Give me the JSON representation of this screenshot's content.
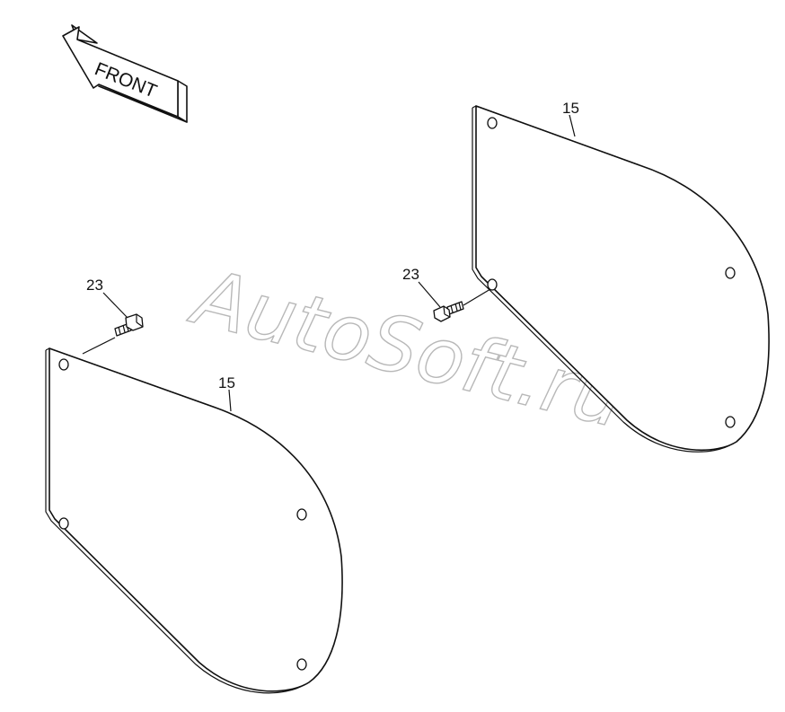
{
  "direction_arrow": {
    "label": "FRONT",
    "icon": "arrow-left-icon"
  },
  "watermark": {
    "text": "AutoSoft.ru"
  },
  "callouts": {
    "right_cover": "15",
    "right_bolt": "23",
    "left_cover": "15",
    "left_bolt": "23"
  },
  "colors": {
    "line": "#111111",
    "watermark": "#b8b8b8",
    "background": "#ffffff"
  }
}
